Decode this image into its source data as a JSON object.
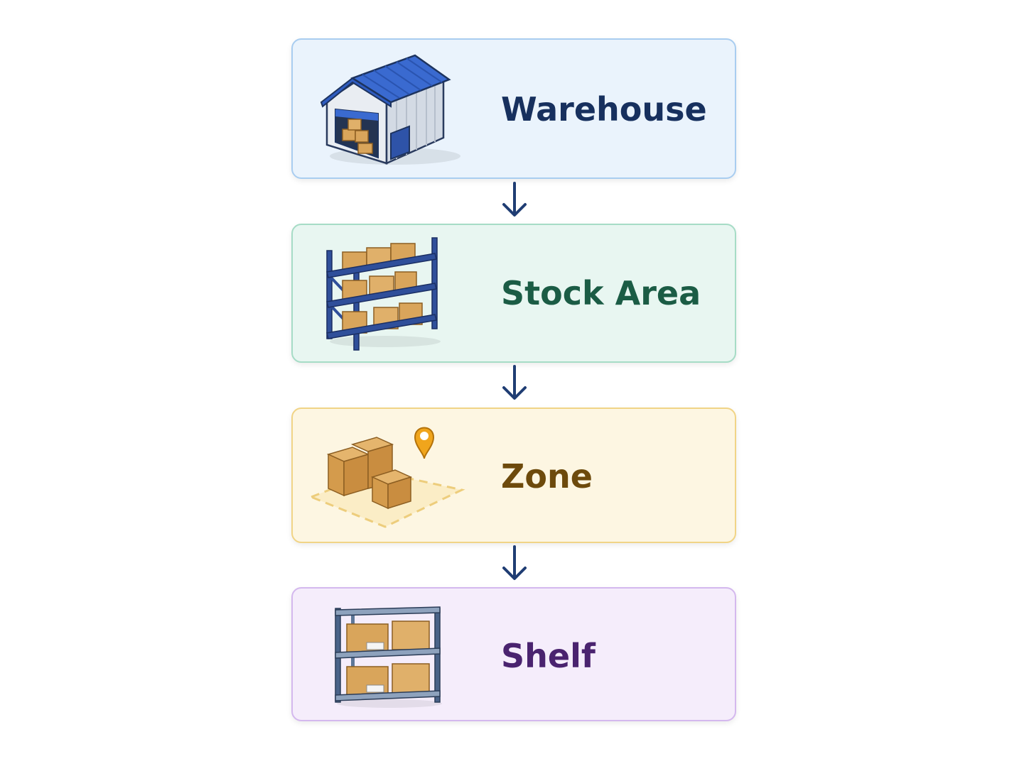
{
  "diagram": {
    "levels": [
      {
        "label": "Warehouse",
        "icon": "warehouse-building-icon",
        "colors": {
          "fill": "#eaf3fc",
          "border": "#a9cdf0",
          "text": "#17305e"
        }
      },
      {
        "label": "Stock Area",
        "icon": "storage-rack-icon",
        "colors": {
          "fill": "#e8f6f1",
          "border": "#a6dcc6",
          "text": "#1b5c45"
        }
      },
      {
        "label": "Zone",
        "icon": "zone-location-icon",
        "colors": {
          "fill": "#fdf6e2",
          "border": "#f1d486",
          "text": "#6d4a0c"
        }
      },
      {
        "label": "Shelf",
        "icon": "shelf-unit-icon",
        "colors": {
          "fill": "#f5edfb",
          "border": "#d4b8ee",
          "text": "#4a236f"
        }
      }
    ],
    "connector": {
      "icon": "arrow-down-icon",
      "color": "#1f3d73"
    }
  }
}
